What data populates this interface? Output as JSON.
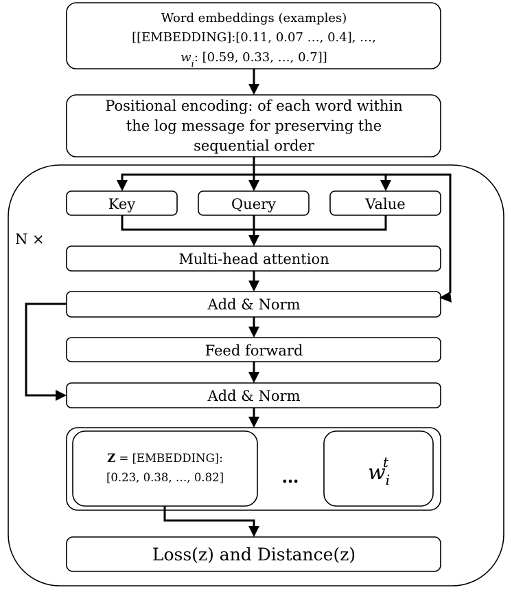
{
  "embeddings": {
    "title": "Word embeddings (examples)",
    "line2": "[[EMBEDDING]:[0.11, 0.07 …, 0.4], …,",
    "line3_var": "w",
    "line3_sub": "i",
    "line3_rest": ": [0.59, 0.33, …, 0.7]]"
  },
  "positional": {
    "line1": "Positional encoding: of each word within",
    "line2": "the log message for preserving the",
    "line3": "sequential order"
  },
  "repeat_label": "N ×",
  "kqv": {
    "key": "Key",
    "query": "Query",
    "value": "Value"
  },
  "mha": "Multi-head attention",
  "addnorm1": "Add & Norm",
  "ff": "Feed forward",
  "addnorm2": "Add & Norm",
  "output": {
    "z_bold": "Z",
    "z_rest": " = [EMBEDDING]:",
    "z_values": "[0.23, 0.38, …, 0.82]",
    "ellipsis": "…",
    "wt_var": "w",
    "wt_sub": "i",
    "wt_sup": "t"
  },
  "loss": "Loss(z) and Distance(z)"
}
